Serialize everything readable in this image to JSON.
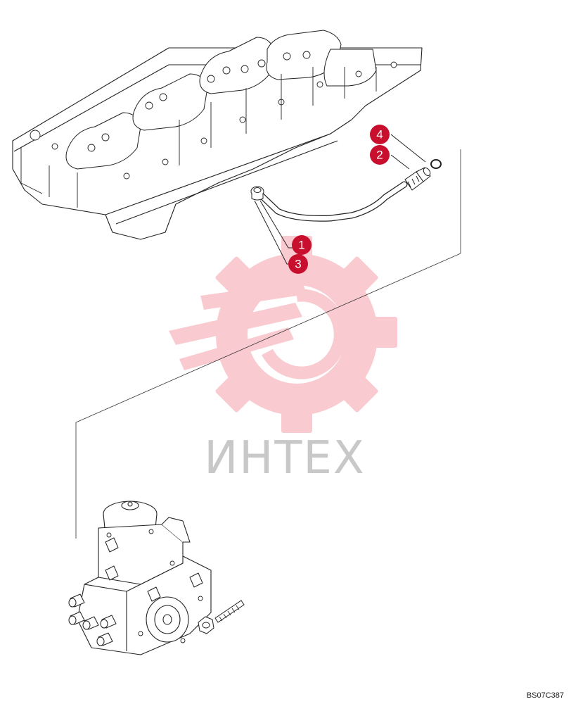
{
  "watermark": {
    "text": "ИНТЕХ",
    "color": "#f4a0a8"
  },
  "callouts": [
    {
      "label": "4"
    },
    {
      "label": "2"
    },
    {
      "label": "1"
    },
    {
      "label": "3"
    }
  ],
  "callout_color": "#c8102e",
  "reference_code": "BS07C387"
}
